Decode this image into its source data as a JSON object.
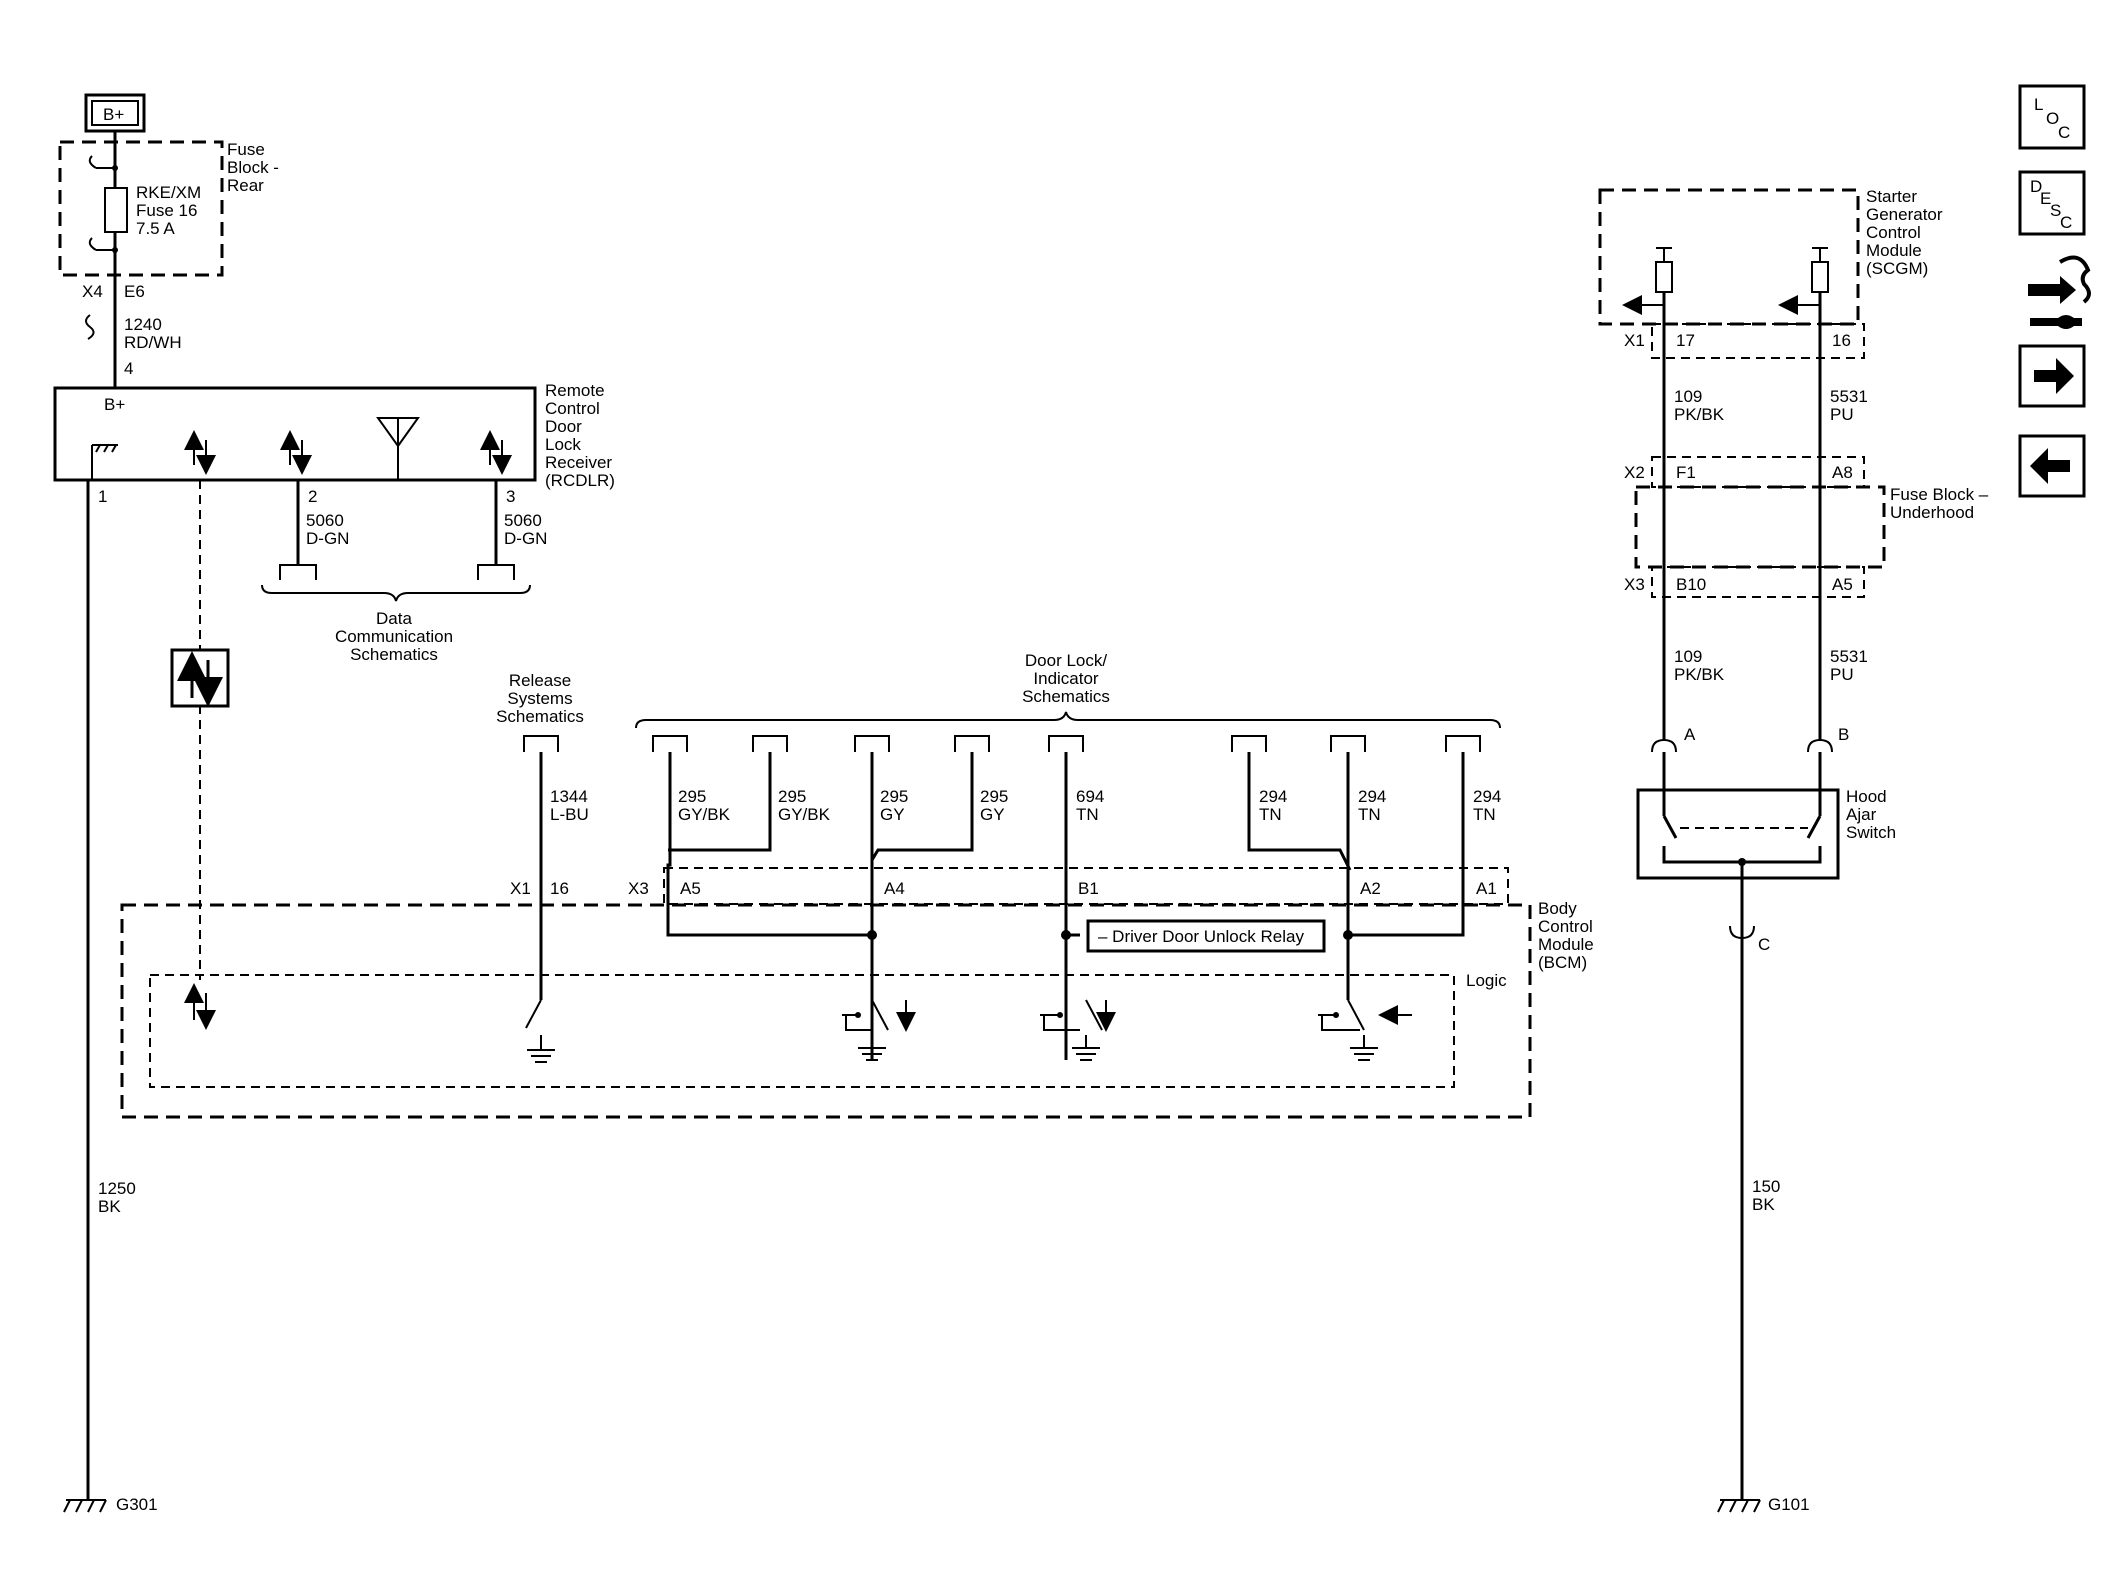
{
  "power": {
    "label": "B+"
  },
  "fuse_block_rear": {
    "label": [
      "Fuse",
      "Block -",
      "Rear"
    ],
    "fuse": [
      "RKE/XM",
      "Fuse 16",
      "7.5 A"
    ],
    "conn": "X4",
    "pin": "E6"
  },
  "wire_1240": {
    "num": "1240",
    "color": "RD/WH"
  },
  "rcdlr": {
    "label": [
      "Remote",
      "Control",
      "Door",
      "Lock",
      "Receiver",
      "(RCDLR)"
    ],
    "power_pin": "4",
    "power_label": "B+",
    "pins": [
      "1",
      "2",
      "3"
    ]
  },
  "data_comm": {
    "wire_a": {
      "num": "5060",
      "color": "D-GN"
    },
    "wire_b": {
      "num": "5060",
      "color": "D-GN"
    },
    "label": [
      "Data",
      "Communication",
      "Schematics"
    ]
  },
  "release": {
    "label": [
      "Release",
      "Systems",
      "Schematics"
    ],
    "wire": {
      "num": "1344",
      "color": "L-BU"
    },
    "conn": "X1",
    "pin": "16"
  },
  "door_lock": {
    "label": [
      "Door Lock/",
      "Indicator",
      "Schematics"
    ],
    "wires": [
      {
        "num": "295",
        "color": "GY/BK"
      },
      {
        "num": "295",
        "color": "GY/BK"
      },
      {
        "num": "295",
        "color": "GY"
      },
      {
        "num": "295",
        "color": "GY"
      },
      {
        "num": "694",
        "color": "TN"
      },
      {
        "num": "294",
        "color": "TN"
      },
      {
        "num": "294",
        "color": "TN"
      },
      {
        "num": "294",
        "color": "TN"
      }
    ],
    "conn": "X3",
    "pins": [
      "A5",
      "A4",
      "B1",
      "A2",
      "A1"
    ]
  },
  "bcm": {
    "label": [
      "Body",
      "Control",
      "Module",
      "(BCM)"
    ],
    "logic": "Logic",
    "relay": "– Driver Door Unlock Relay"
  },
  "ground_left": {
    "wire": {
      "num": "1250",
      "color": "BK"
    },
    "name": "G301"
  },
  "scgm": {
    "label": [
      "Starter",
      "Generator",
      "Control",
      "Module",
      "(SCGM)"
    ],
    "conn": "X1",
    "pins": [
      "17",
      "16"
    ]
  },
  "wires_upper": [
    {
      "num": "109",
      "color": "PK/BK"
    },
    {
      "num": "5531",
      "color": "PU"
    }
  ],
  "fuse_block_underhood": {
    "label": [
      "Fuse Block –",
      "Underhood"
    ],
    "conn_x2": "X2",
    "pins_x2": [
      "F1",
      "A8"
    ],
    "conn_x3": "X3",
    "pins_x3": [
      "B10",
      "A5"
    ]
  },
  "wires_lower": [
    {
      "num": "109",
      "color": "PK/BK"
    },
    {
      "num": "5531",
      "color": "PU"
    }
  ],
  "hood_switch": {
    "label": [
      "Hood",
      "Ajar",
      "Switch"
    ],
    "pins": [
      "A",
      "B",
      "C"
    ]
  },
  "ground_right": {
    "wire": {
      "num": "150",
      "color": "BK"
    },
    "name": "G101"
  },
  "nav": {
    "loc": [
      "L",
      "O",
      "C"
    ],
    "desc": [
      "D",
      "E",
      "S",
      "C"
    ]
  }
}
